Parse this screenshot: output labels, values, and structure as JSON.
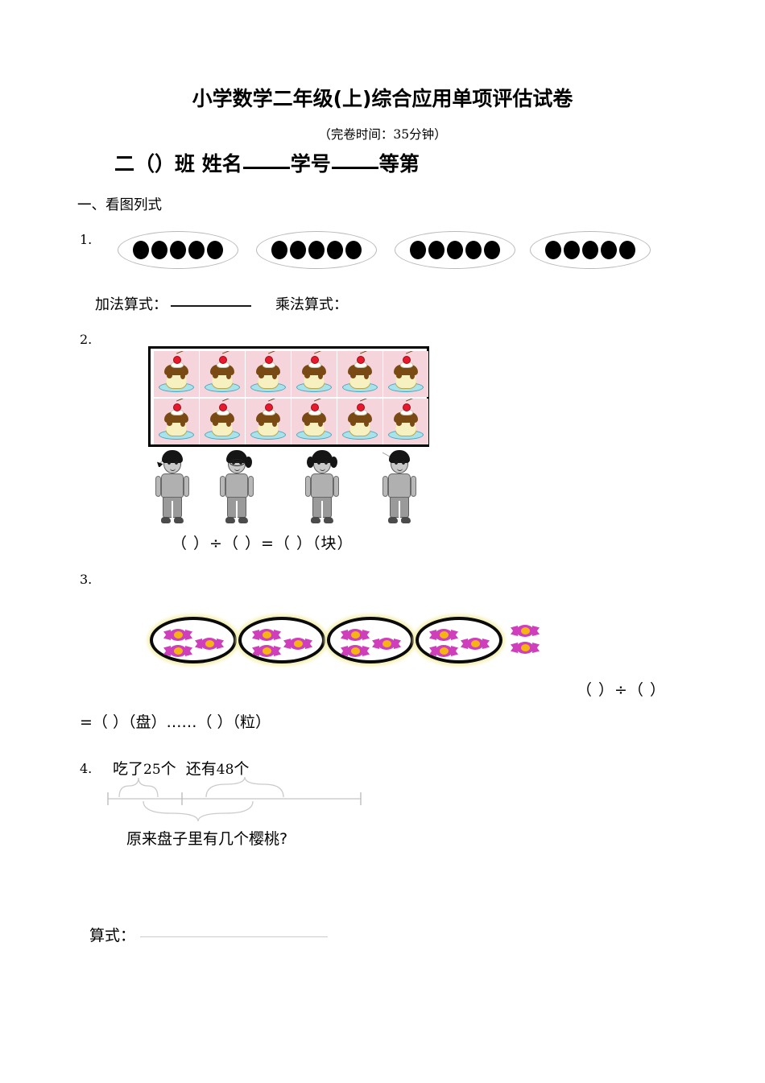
{
  "document": {
    "title": "小学数学二年级(上)综合应用单项评估试卷",
    "subtitle_prefix": "（完卷时间：",
    "subtitle_minutes": "35",
    "subtitle_suffix": "分钟）",
    "id_line_prefix": "二（）班 姓名",
    "id_line_middle": "学号",
    "id_line_suffix": "等第"
  },
  "section": {
    "heading": "一、看图列式"
  },
  "q1": {
    "number": "1.",
    "group_count": 4,
    "dots_per_group": 5,
    "add_label": "加法算式：",
    "mul_label": "乘法算式："
  },
  "q2": {
    "number": "2.",
    "cake_rows": 2,
    "cakes_per_row": 6,
    "total_cakes": 12,
    "kid_count": 4,
    "equation": "（  ）÷（  ）=（  ）（块）"
  },
  "q3": {
    "number": "3.",
    "ring_count": 4,
    "candies_per_ring": 3,
    "loose_candies": 2,
    "equation_right": "（  ）÷（  ）",
    "equation_left": "=（  ）（盘）……（   ）（粒）"
  },
  "q4": {
    "number": "4.",
    "eaten_prefix": "吃了",
    "eaten_value": "25",
    "eaten_unit": "个",
    "left_prefix": "还有",
    "left_value": "48",
    "left_unit": "个",
    "question": "原来盘子里有几个樱桃?",
    "answer_label": "算式："
  },
  "colors": {
    "ink": "#000000",
    "cake_bg": "#f6d4dc",
    "cake_plate": "#a8e3ec",
    "cake_choc": "#7a4a14",
    "cake_body": "#f7f0c0",
    "cherry": "#e8192c",
    "candy_wrap": "#cf3fbb",
    "candy_core": "#f5b511",
    "ring_glow": "#f5f0ae",
    "rule_gray": "#cccccc"
  }
}
